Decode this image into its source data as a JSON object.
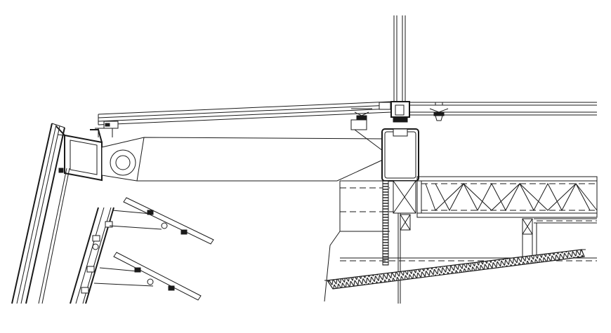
{
  "drawing": {
    "kind": "cad-section-detail",
    "line_color": "#1a1a1a",
    "background": "#ffffff",
    "components": [
      "vertical-mullion",
      "sloped-glazing-panel",
      "inclined-cladding-rail",
      "left-steel-channel",
      "tapered-bracket-arm",
      "main-rectangular-tube",
      "space-truss",
      "louver-panels",
      "inclined-soffit-sheet",
      "horizontal-glass-panel",
      "vertical-grating-post"
    ],
    "labels": []
  }
}
